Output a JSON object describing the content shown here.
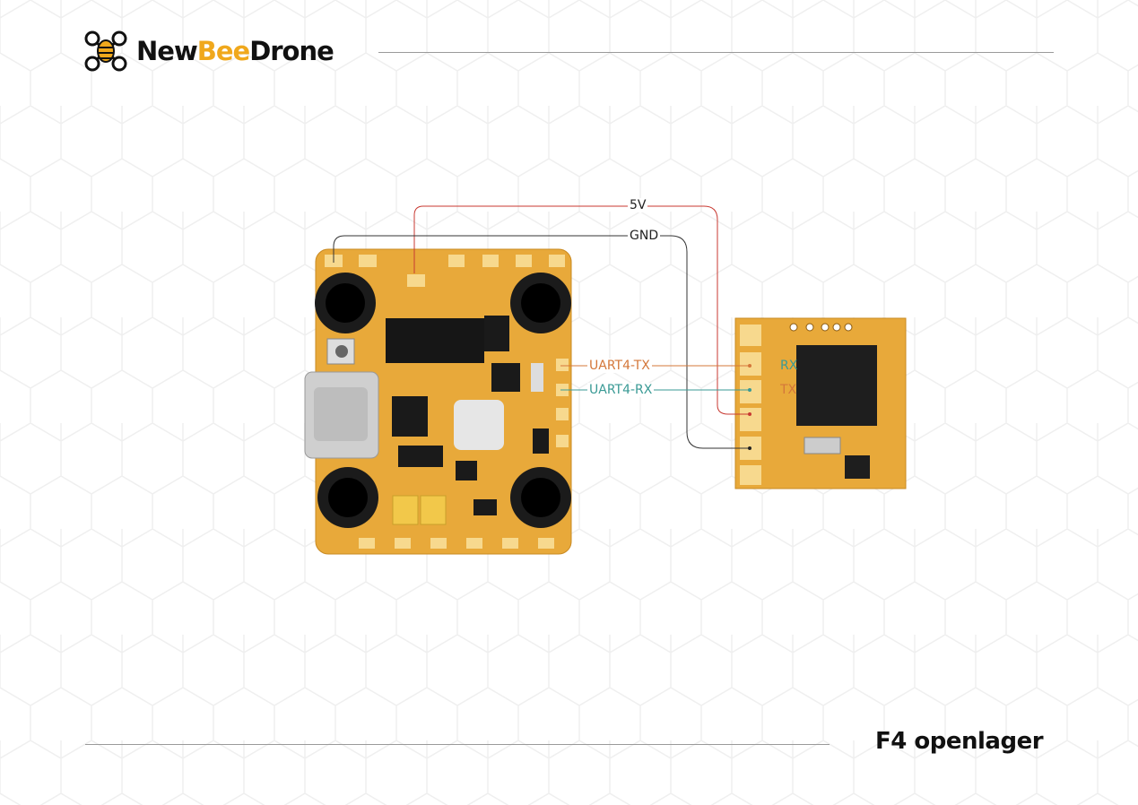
{
  "brand": {
    "prefix": "New",
    "highlight": "Bee",
    "suffix": "Drone"
  },
  "title": "F4 openlager",
  "wires": {
    "power": {
      "label": "5V",
      "color": "#c83a32"
    },
    "ground": {
      "label": "GND",
      "color": "#333333"
    },
    "tx": {
      "label": "UART4-TX",
      "color": "#d4773a"
    },
    "rx": {
      "label": "UART4-RX",
      "color": "#3a9a95"
    }
  },
  "receiver_pins": {
    "rx": "RX",
    "tx": "TX"
  },
  "colors": {
    "pcb": "#e8a93a",
    "pcb_dark": "#c98a22",
    "accent": "#f0a81c"
  }
}
